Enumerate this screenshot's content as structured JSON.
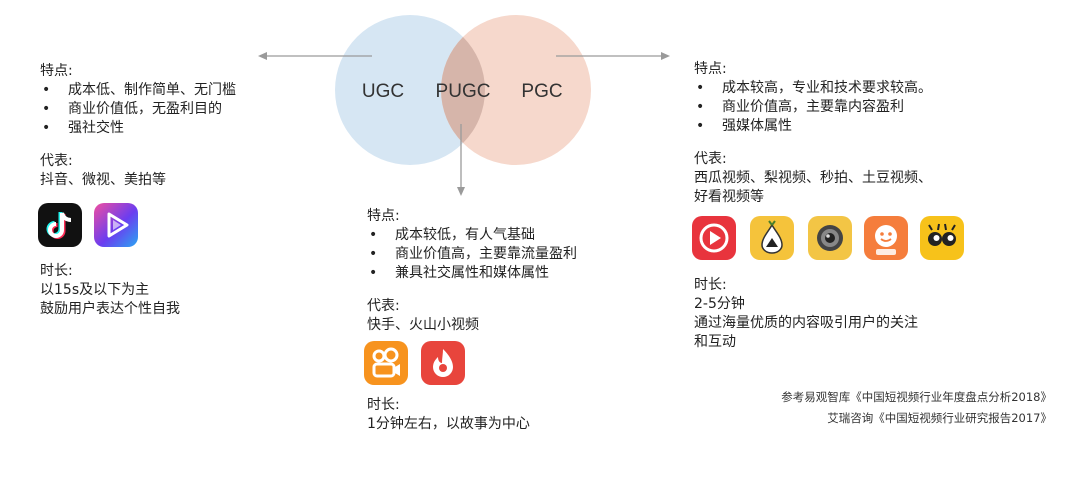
{
  "venn": {
    "ugc": "UGC",
    "pugc": "PUGC",
    "pgc": "PGC",
    "colors": {
      "ugc": "#d6e6f3",
      "pgc": "#f6d8cc",
      "overlap": "#d6b5aa",
      "arrow": "#9a9a9a"
    }
  },
  "ugc": {
    "features_title": "特点:",
    "features": [
      "成本低、制作简单、无门槛",
      "商业价值低，无盈利目的",
      "强社交性"
    ],
    "reps_title": "代表:",
    "reps": "抖音、微视、美拍等",
    "apps": [
      {
        "icon": "tiktok-icon",
        "color": "#111111"
      },
      {
        "icon": "weishi-icon",
        "color": "#4a3be0"
      }
    ],
    "duration_title": "时长:",
    "duration_lines": [
      "以15s及以下为主",
      "鼓励用户表达个性自我"
    ]
  },
  "pugc": {
    "features_title": "特点:",
    "features": [
      "成本较低，有人气基础",
      "商业价值高，主要靠流量盈利",
      "兼具社交属性和媒体属性"
    ],
    "reps_title": "代表:",
    "reps": "快手、火山小视频",
    "apps": [
      {
        "icon": "kuaishou-icon",
        "color": "#f7931e"
      },
      {
        "icon": "huoshan-icon",
        "color": "#e8453c"
      }
    ],
    "duration_title": "时长:",
    "duration": "1分钟左右，以故事为中心"
  },
  "pgc": {
    "features_title": "特点:",
    "features": [
      "成本较高，专业和技术要求较高。",
      "商业价值高，主要靠内容盈利",
      "强媒体属性"
    ],
    "reps_title": "代表:",
    "reps_lines": [
      "西瓜视频、梨视频、秒拍、土豆视频、",
      "好看视频等"
    ],
    "apps": [
      {
        "icon": "xigua-icon",
        "color": "#e8343d"
      },
      {
        "icon": "li-video-icon",
        "color": "#f5c33b"
      },
      {
        "icon": "miaopai-icon",
        "color": "#f3c545"
      },
      {
        "icon": "tudou-icon",
        "color": "#f57d3c"
      },
      {
        "icon": "haokan-icon",
        "color": "#f7c21a"
      }
    ],
    "duration_title": "时长:",
    "duration_lines": [
      "2-5分钟",
      "通过海量优质的内容吸引用户的关注",
      "和互动"
    ]
  },
  "sources": [
    "参考易观智库《中国短视频行业年度盘点分析2018》",
    "艾瑞咨询《中国短视频行业研究报告2017》"
  ]
}
